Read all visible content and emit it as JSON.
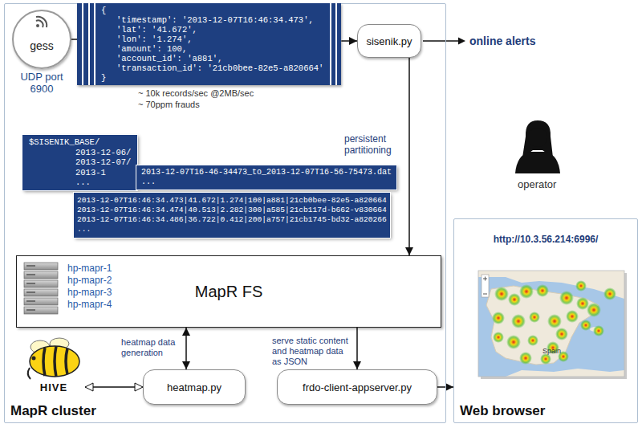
{
  "diagram": {
    "nodes": [
      {
        "text": [
          "MapR cluster"
        ]
      },
      {
        "text": [
          "gess",
          "UDP port 6900"
        ],
        "in": 0
      },
      {
        "text": [
          "{",
          "'timestamp': '2013-12-07T16:46:34.473',",
          "'lat': '41.672',",
          "'lon': '1.274',",
          "'amount': 100,",
          "'account_id': 'a881',",
          "'transaction_id': '21cb0bee-82e5-a820664'",
          "}"
        ],
        "in": 0
      },
      {
        "text": [
          "sisenik.py"
        ],
        "in": 0
      },
      {
        "text": [
          "$SISENIK_BASE/",
          "2013-12-06/",
          "2013-12-07/",
          "2013-1",
          "..."
        ],
        "in": 0
      },
      {
        "text": [
          "2013-12-07T16-46-34473_to_2013-12-07T16-56-75473.dat",
          "..."
        ],
        "in": 0
      },
      {
        "text": [
          "2013-12-07T16:46:34.473|41.672|1.274|100|a881|21cb0bee-82e5-a820664",
          "2013-12-07T16:46:34.474|40.513|2.282|300|a585|21cb117d-b662-v830664",
          "2013-12-07T16:46:34.486|36.722|0.412|200|a757|21cb1745-bd32-a820266",
          "..."
        ],
        "in": 0
      },
      {
        "text": [
          "MapR FS"
        ],
        "in": 0
      },
      {
        "text": [
          "heatmap.py"
        ],
        "in": 0
      },
      {
        "text": [
          "frdo-client-appserver.py"
        ],
        "in": 0
      },
      {
        "text": [
          "HIVE"
        ],
        "in": 0
      },
      {
        "text": [
          "http://10.3.56.214:6996/",
          "Web browser"
        ]
      }
    ],
    "edges": [
      {
        "from": 1,
        "to": 2,
        "arrow": "none"
      },
      {
        "from": 2,
        "to": 3,
        "arrow": "to"
      },
      {
        "from": 3,
        "to": 7,
        "label": "persistent partitioning",
        "arrow": "to"
      },
      {
        "from": 7,
        "to": 8,
        "label": "heatmap data generation",
        "arrow": "both"
      },
      {
        "from": 7,
        "to": 9,
        "label": "serve static content and heatmap data as JSON",
        "arrow": "to"
      },
      {
        "from": 9,
        "to": 11,
        "arrow": "to"
      },
      {
        "from": 10,
        "to": 8,
        "arrow": "both"
      }
    ],
    "labels": [
      "~ 10k records/sec @2MB/sec",
      "~ 70ppm frauds",
      "online alerts",
      "operator",
      "hp-mapr-1",
      "hp-mapr-2",
      "hp-mapr-3",
      "hp-mapr-4",
      "Spain"
    ]
  }
}
